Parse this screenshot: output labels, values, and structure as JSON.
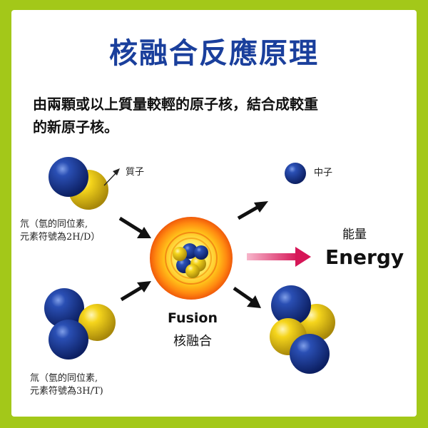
{
  "title": "核融合反應原理",
  "description_line1": "由兩顆或以上質量較輕的原子核，結合成較重",
  "description_line2": "的新原子核。",
  "proton_label": "質子",
  "neutron_label": "中子",
  "deuterium_line1": "氘（氫的同位素,",
  "deuterium_line2": "元素符號為2H/D）",
  "tritium_line1": "氚（氫的同位素,",
  "tritium_line2": "元素符號為3H/T)",
  "energy_cn": "能量",
  "energy_en": "Energy",
  "fusion_en": "Fusion",
  "fusion_cn": "核融合",
  "colors": {
    "background": "#a3c819",
    "title": "#1a3f9c",
    "neutron": "#1c3c9a",
    "proton": "#f2d21a",
    "energy_arrow": "#e0266a"
  }
}
